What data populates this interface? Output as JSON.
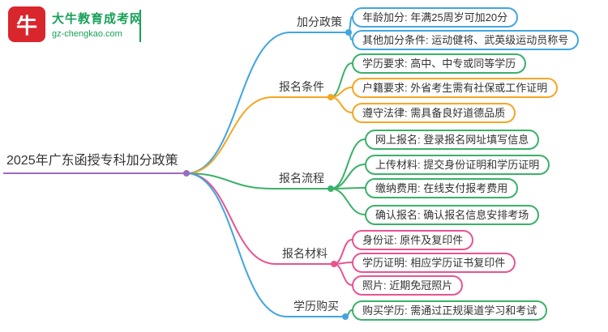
{
  "page": {
    "title": "2025年广东函授专科加分政策"
  },
  "logo": {
    "icon_text": "牛",
    "site_name": "大牛教育成考网",
    "site_url": "gz-chengkao.com",
    "brand_green": "#18a058",
    "brand_red": "#d9262c"
  },
  "root": {
    "label": "2025年广东函授专科加分政策",
    "color": "#9b6bc3"
  },
  "branches": [
    {
      "label": "加分政策",
      "color": "#42a5e0",
      "children": [
        {
          "text": "年龄加分: 年满25周岁可加20分",
          "color": "#42a5e0"
        },
        {
          "text": "其他加分条件: 运动健将、武英级运动员称号",
          "color": "#42a5e0"
        }
      ]
    },
    {
      "label": "报名条件",
      "color": "#f5a623",
      "children": [
        {
          "text": "学历要求: 高中、中专或同等学历",
          "color": "#3bb169"
        },
        {
          "text": "户籍要求: 外省考生需有社保或工作证明",
          "color": "#f5a623"
        },
        {
          "text": "遵守法律: 需具备良好道德品质",
          "color": "#f5a623"
        }
      ]
    },
    {
      "label": "报名流程",
      "color": "#3bb169",
      "children": [
        {
          "text": "网上报名: 登录报名网址填写信息",
          "color": "#3bb169"
        },
        {
          "text": "上传材料: 提交身份证明和学历证明",
          "color": "#3bb169"
        },
        {
          "text": "缴纳费用: 在线支付报考费用",
          "color": "#3bb169"
        },
        {
          "text": "确认报名: 确认报名信息安排考场",
          "color": "#3bb169"
        }
      ]
    },
    {
      "label": "报名材料",
      "color": "#e85490",
      "children": [
        {
          "text": "身份证: 原件及复印件",
          "color": "#e85490"
        },
        {
          "text": "学历证明: 相应学历证书复印件",
          "color": "#e85490"
        },
        {
          "text": "照片: 近期免冠照片",
          "color": "#e85490"
        }
      ]
    },
    {
      "label": "学历购买",
      "color": "#42a5e0",
      "children": [
        {
          "text": "购买学历: 需通过正规渠道学习和考试",
          "color": "#3bb169"
        }
      ]
    }
  ],
  "palette": {
    "blue": "#42a5e0",
    "orange": "#f5a623",
    "green": "#3bb169",
    "pink": "#e85490",
    "purple": "#9b6bc3"
  }
}
